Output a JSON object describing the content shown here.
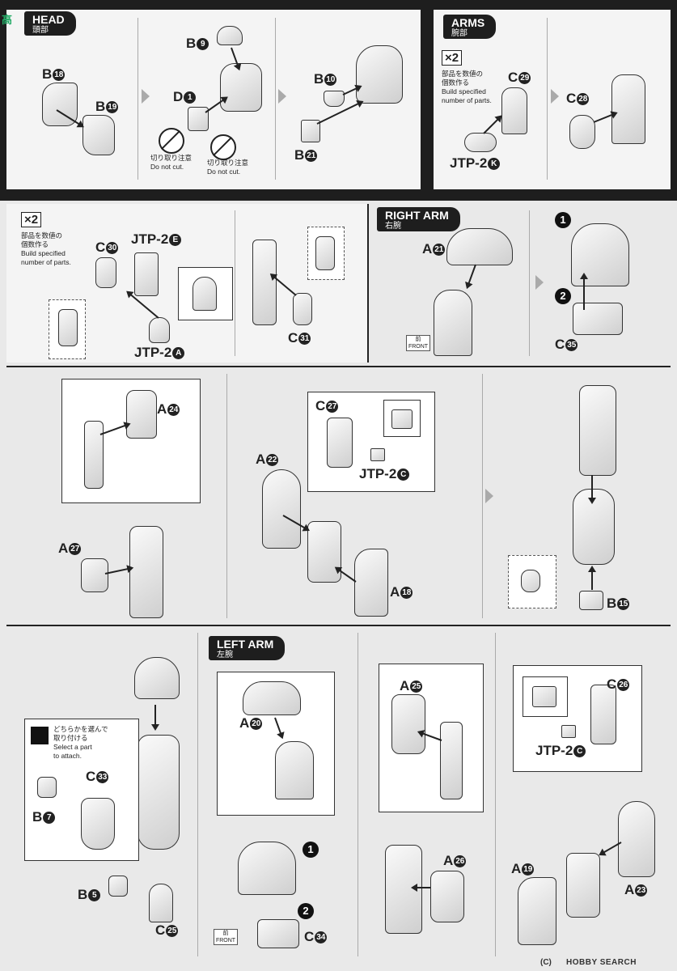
{
  "sections": {
    "head": {
      "title": "HEAD",
      "jp": "頭部"
    },
    "arms": {
      "title": "ARMS",
      "jp": "腕部"
    },
    "right_arm": {
      "title": "RIGHT ARM",
      "jp": "右腕"
    },
    "left_arm": {
      "title": "LEFT ARM",
      "jp": "左腕"
    }
  },
  "multiplier": "×2",
  "build_note": {
    "jp1": "部品を数値の",
    "jp2": "個数作る",
    "en1": "Build specified",
    "en2": "number of parts."
  },
  "cut_note": {
    "jp": "切り取り注意",
    "en": "Do not cut."
  },
  "select_note": {
    "jp1": "どちらかを選んで",
    "jp2": "取り付ける",
    "en1": "Select a part",
    "en2": "to attach."
  },
  "front_label": {
    "jp": "前",
    "en": "FRONT"
  },
  "parts": {
    "b18": {
      "letter": "B",
      "num": "18"
    },
    "b19": {
      "letter": "B",
      "num": "19"
    },
    "b9": {
      "letter": "B",
      "num": "9"
    },
    "d1": {
      "letter": "D",
      "num": "1"
    },
    "b10": {
      "letter": "B",
      "num": "10"
    },
    "b21": {
      "letter": "B",
      "num": "21"
    },
    "c29": {
      "letter": "C",
      "num": "29"
    },
    "c28": {
      "letter": "C",
      "num": "28"
    },
    "jtp2k": {
      "letter": "JTP-2",
      "num": "K"
    },
    "c30": {
      "letter": "C",
      "num": "30"
    },
    "jtp2e": {
      "letter": "JTP-2",
      "num": "E"
    },
    "jtp2a": {
      "letter": "JTP-2",
      "num": "A"
    },
    "c31": {
      "letter": "C",
      "num": "31"
    },
    "a21": {
      "letter": "A",
      "num": "21"
    },
    "c35": {
      "letter": "C",
      "num": "35"
    },
    "a24": {
      "letter": "A",
      "num": "24"
    },
    "a27": {
      "letter": "A",
      "num": "27"
    },
    "c27": {
      "letter": "C",
      "num": "27"
    },
    "jtp2c": {
      "letter": "JTP-2",
      "num": "C"
    },
    "a22": {
      "letter": "A",
      "num": "22"
    },
    "a18": {
      "letter": "A",
      "num": "18"
    },
    "b15": {
      "letter": "B",
      "num": "15"
    },
    "c33": {
      "letter": "C",
      "num": "33"
    },
    "b7": {
      "letter": "B",
      "num": "7"
    },
    "b5": {
      "letter": "B",
      "num": "5"
    },
    "c25": {
      "letter": "C",
      "num": "25"
    },
    "a20": {
      "letter": "A",
      "num": "20"
    },
    "c34": {
      "letter": "C",
      "num": "34"
    },
    "a25": {
      "letter": "A",
      "num": "25"
    },
    "a26": {
      "letter": "A",
      "num": "26"
    },
    "c26": {
      "letter": "C",
      "num": "26"
    },
    "jtp2c_b": {
      "letter": "JTP-2",
      "num": "C"
    },
    "a19": {
      "letter": "A",
      "num": "19"
    },
    "a23": {
      "letter": "A",
      "num": "23"
    }
  },
  "step_numbers": {
    "one": "1",
    "two": "2"
  },
  "watermark": {
    "site": "HOBBY SEARCH",
    "copyright": "(C)"
  }
}
